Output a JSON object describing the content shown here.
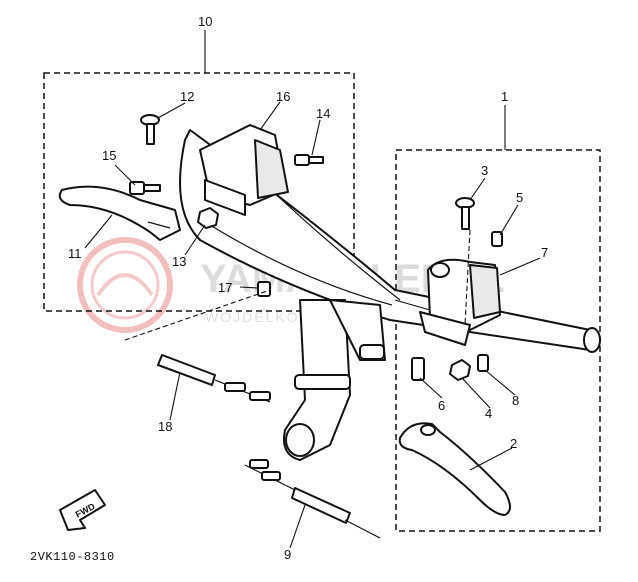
{
  "diagram_code": "2VK110-8310",
  "fwd_label": "FWD",
  "watermark": {
    "brand": "YAMASKLEP.PL",
    "subtitle": "WOJDELKOWSKI YAMAHA"
  },
  "callouts": [
    "1",
    "2",
    "3",
    "4",
    "5",
    "6",
    "7",
    "8",
    "9",
    "10",
    "11",
    "12",
    "13",
    "14",
    "15",
    "16",
    "17",
    "18"
  ],
  "colors": {
    "line": "#111111",
    "watermark": "#e0e0e0",
    "logo": "#f3b9b9"
  }
}
